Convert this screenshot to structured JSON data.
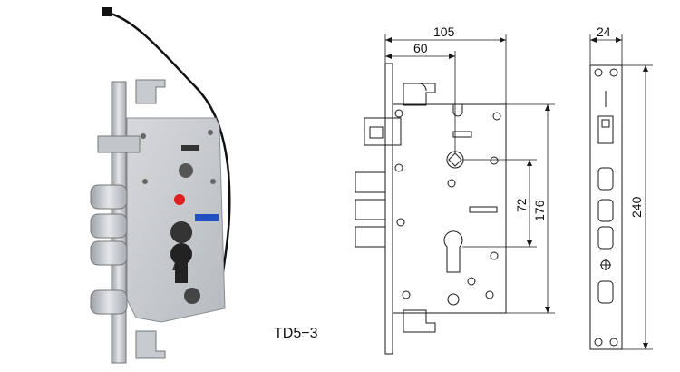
{
  "product": {
    "model_label": "TD5−3"
  },
  "dimensions": {
    "overall_width": "105",
    "backset": "60",
    "faceplate_width": "24",
    "center_distance": "72",
    "case_height": "176",
    "faceplate_height": "240"
  },
  "colors": {
    "line": "#1a1a1a",
    "steel": "#c9ccd0",
    "red_dot": "#e02020",
    "blue_tag": "#2050c0"
  }
}
